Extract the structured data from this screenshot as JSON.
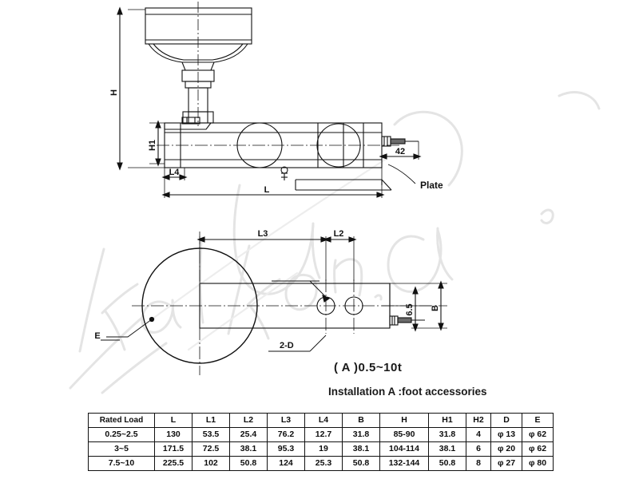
{
  "document": {
    "type": "technical-drawing",
    "subject": "Shear beam load cell installation drawing"
  },
  "drawing": {
    "top_view": {
      "labels": {
        "H": "H",
        "H1": "H1",
        "L4": "L4",
        "L": "L",
        "d42": "42",
        "plate": "Plate"
      }
    },
    "bottom_view": {
      "labels": {
        "L3": "L3",
        "L2": "L2",
        "B": "B",
        "d65": "6.5",
        "hole_note": "2-D",
        "E": "E"
      }
    }
  },
  "caption": {
    "line1": "( A )0.5~10t",
    "line2": "Installation A :foot accessories"
  },
  "watermark": {
    "text": "kalkon.ua",
    "color": "#e8e8e8"
  },
  "colors": {
    "line": "#111111",
    "background": "#ffffff",
    "text": "#0d0d0d"
  },
  "table": {
    "headers": [
      "Rated Load",
      "L",
      "L1",
      "L2",
      "L3",
      "L4",
      "B",
      "H",
      "H1",
      "H2",
      "D",
      "E"
    ],
    "rows": [
      {
        "rated_load": "0.25~2.5",
        "L": "130",
        "L1": "53.5",
        "L2": "25.4",
        "L3": "76.2",
        "L4": "12.7",
        "B": "31.8",
        "H": "85-90",
        "H1": "31.8",
        "H2": "4",
        "D": "φ 13",
        "E": "φ 62"
      },
      {
        "rated_load": "3~5",
        "L": "171.5",
        "L1": "72.5",
        "L2": "38.1",
        "L3": "95.3",
        "L4": "19",
        "B": "38.1",
        "H": "104-114",
        "H1": "38.1",
        "H2": "6",
        "D": "φ 20",
        "E": "φ 62"
      },
      {
        "rated_load": "7.5~10",
        "L": "225.5",
        "L1": "102",
        "L2": "50.8",
        "L3": "124",
        "L4": "25.3",
        "B": "50.8",
        "H": "132-144",
        "H1": "50.8",
        "H2": "8",
        "D": "φ 27",
        "E": "φ 80"
      }
    ]
  }
}
